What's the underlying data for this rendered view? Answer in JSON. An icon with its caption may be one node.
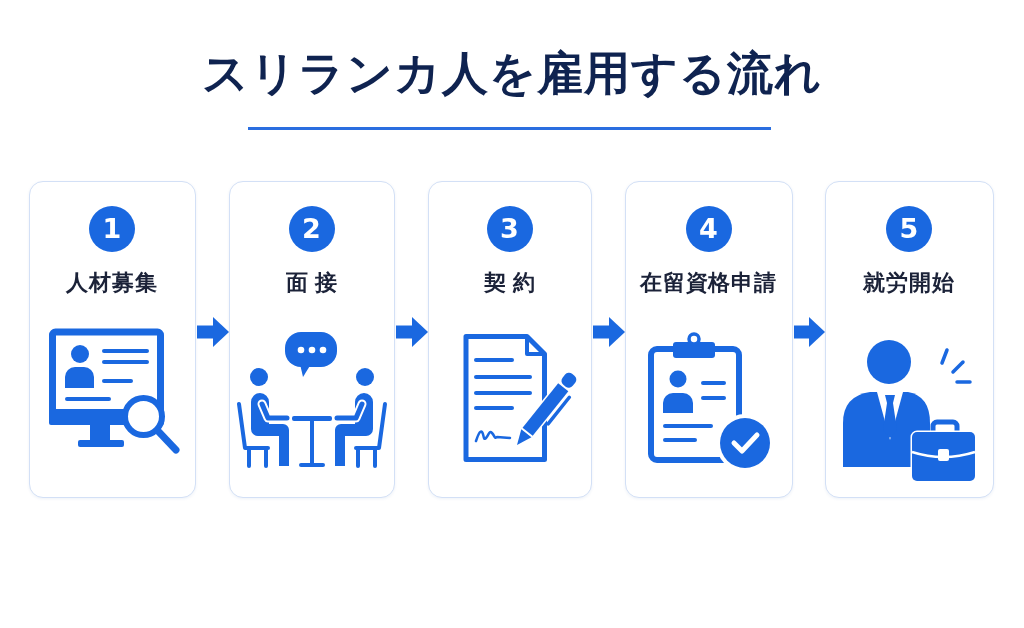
{
  "diagram": {
    "title": "スリランカ人を雇用する流れ",
    "nodes": [
      {
        "text": [
          "1",
          "人材募集"
        ]
      },
      {
        "text": [
          "2",
          "面接"
        ]
      },
      {
        "text": [
          "3",
          "契約"
        ]
      },
      {
        "text": [
          "4",
          "在留資格申請"
        ]
      },
      {
        "text": [
          "5",
          "就労開始"
        ]
      }
    ],
    "edges": [
      {
        "from": 0,
        "to": 1,
        "arrow": "to"
      },
      {
        "from": 1,
        "to": 2,
        "arrow": "to"
      },
      {
        "from": 2,
        "to": 3,
        "arrow": "to"
      },
      {
        "from": 3,
        "to": 4,
        "arrow": "to"
      }
    ]
  }
}
